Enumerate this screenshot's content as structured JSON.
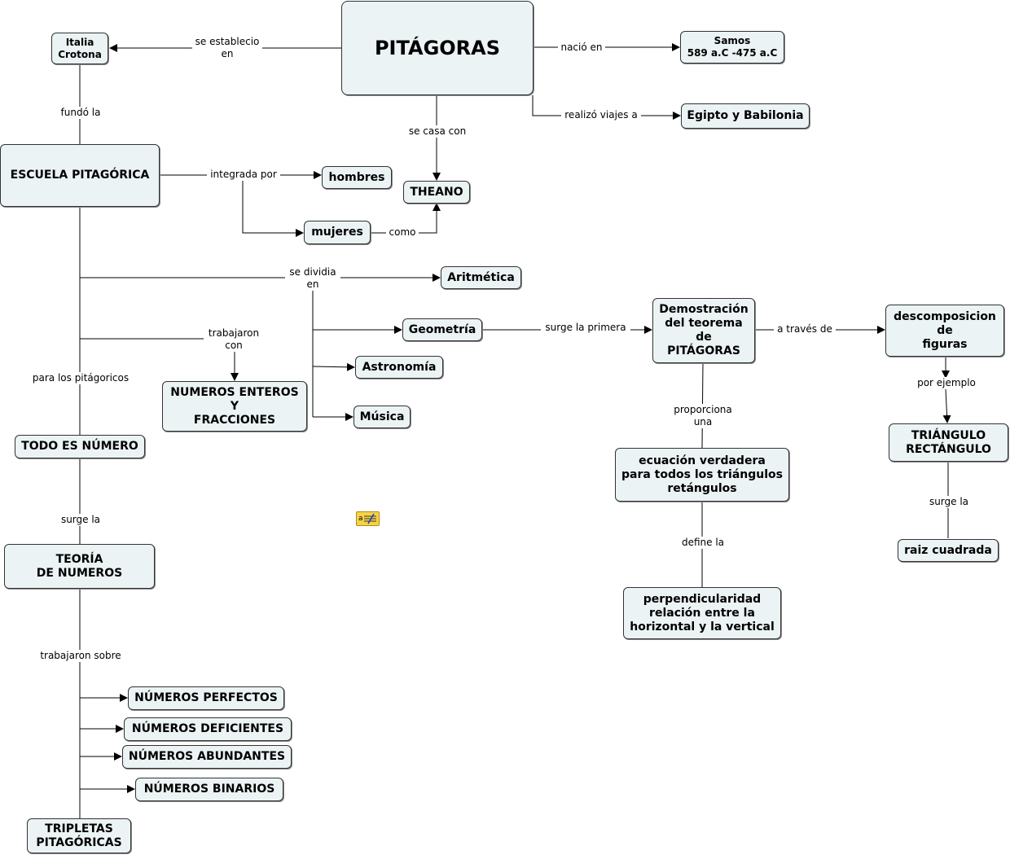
{
  "nodes": {
    "pitagoras": "PITÁGORAS",
    "italia": "Italia\nCrotona",
    "samos": "Samos\n589 a.C -475 a.C",
    "egipto": "Egipto y Babilonia",
    "escuela": "ESCUELA PITAGÓRICA",
    "hombres": "hombres",
    "theano": "THEANO",
    "mujeres": "mujeres",
    "aritmetica": "Aritmética",
    "geometria": "Geometría",
    "astronomia": "Astronomía",
    "musica": "Música",
    "numeros_enteros": "NUMEROS ENTEROS\nY\nFRACCIONES",
    "todo_numero": "TODO ES NÚMERO",
    "teoria": "TEORÍA\nDE NUMEROS",
    "perfectos": "NÚMEROS PERFECTOS",
    "deficientes": "NÚMEROS DEFICIENTES",
    "abundantes": "NÚMEROS ABUNDANTES",
    "binarios": "NÚMEROS BINARIOS",
    "tripletas": "TRIPLETAS\nPITAGÓRICAS",
    "demostracion": "Demostración\ndel teorema\nde\nPITÁGORAS",
    "descomposicion": "descomposicion\nde\nfiguras",
    "triangulo": "TRIÁNGULO\nRECTÁNGULO",
    "raiz": "raiz cuadrada",
    "ecuacion": "ecuación verdadera\npara todos los triángulos\nretángulos",
    "perpendicularidad": "perpendicularidad\nrelación entre la\nhorizontal y la vertical"
  },
  "links": {
    "se_establecio": "se establecio\nen",
    "nacio_en": "nació en",
    "realizo_viajes": "realizó viajes a",
    "se_casa_con": "se casa con",
    "fundo_la": "fundó la",
    "integrada_por": "integrada por",
    "como": "como",
    "se_dividia": "se dividia\nen",
    "trabajaron_con": "trabajaron\ncon",
    "para_los": "para los pitágoricos",
    "surge_la": "surge la",
    "trabajaron_sobre": "trabajaron sobre",
    "surge_la_primera": "surge la primera",
    "a_traves_de": "a través de",
    "por_ejemplo": "por ejemplo",
    "proporciona_una": "proporciona\nuna",
    "surge_la_2": "surge la",
    "define_la": "define la"
  },
  "icons": {
    "note": "note-icon"
  },
  "colors": {
    "node_fill": "#ebf3f4",
    "line": "#000000"
  }
}
